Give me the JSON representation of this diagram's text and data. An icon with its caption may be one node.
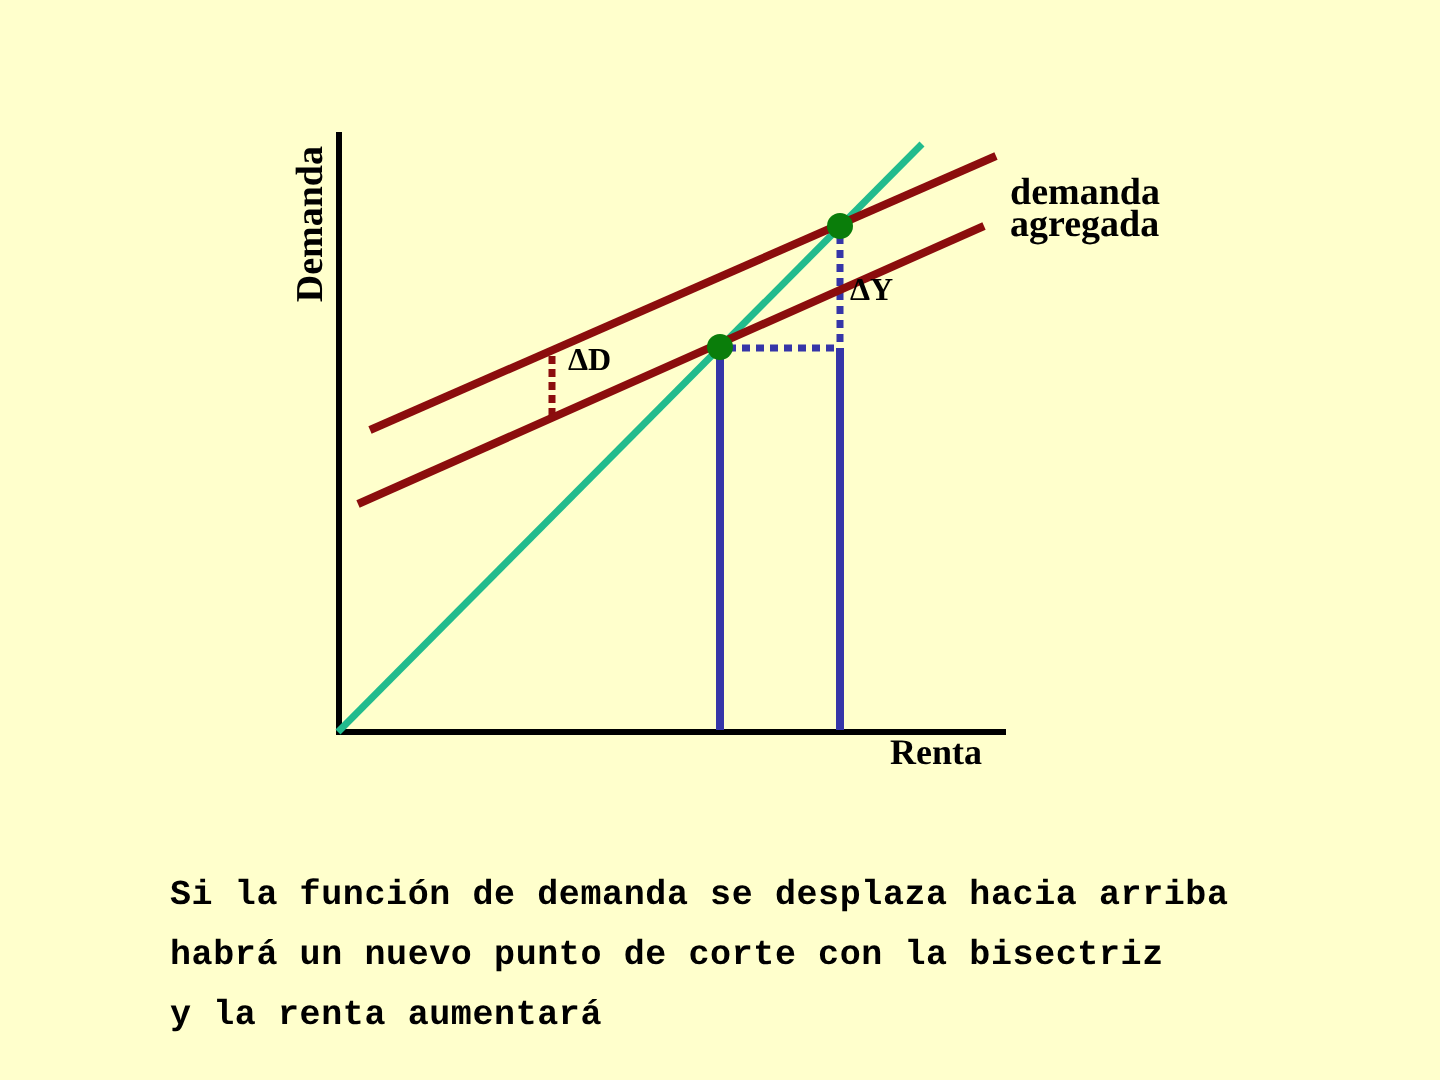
{
  "diagram": {
    "caption": "Si la función de demanda se desplaza hacia arriba habrá un nuevo punto de corte con la bisectriz y la renta aumentará",
    "labels": [
      "Demanda",
      "demanda agregada",
      "ΔY",
      "ΔD",
      "Renta"
    ]
  }
}
